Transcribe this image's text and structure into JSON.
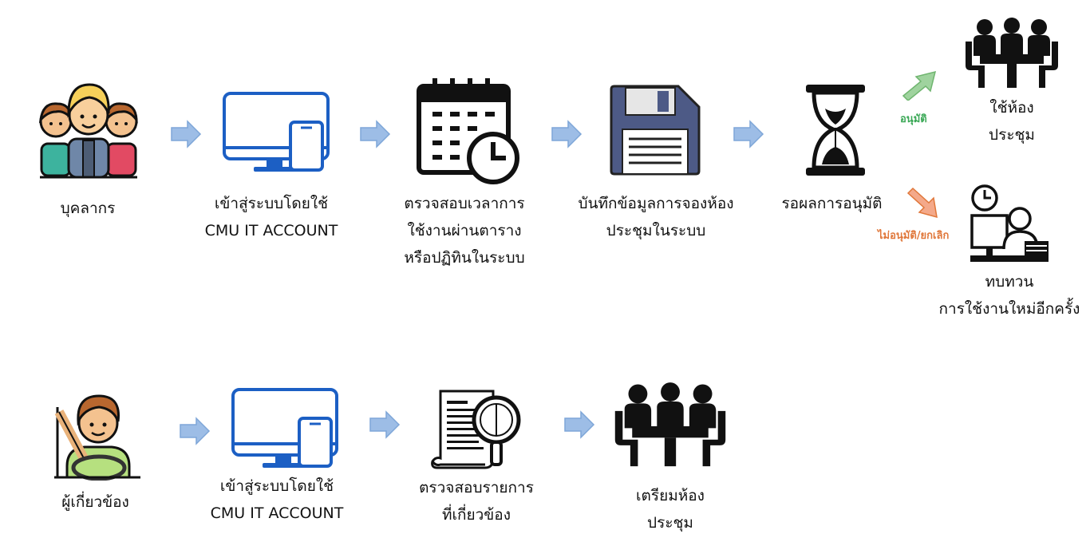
{
  "colors": {
    "arrow_fill": "#9dbde6",
    "arrow_stroke": "#7ea6d8",
    "device_blue": "#1c5fc4",
    "approve_green": "#3aa856",
    "reject_orange": "#e0773a",
    "icon_black": "#111111"
  },
  "row1": {
    "staff": {
      "line1": "บุคลากร",
      "icon": "staff-group-icon"
    },
    "login": {
      "line1": "เข้าสู่ระบบโดยใช้",
      "line2": "CMU IT ACCOUNT",
      "icon": "monitor-phone-icon"
    },
    "check_time": {
      "line1": "ตรวจสอบเวลาการ",
      "line2": "ใช้งานผ่านตาราง",
      "line3": "หรือปฏิทินในระบบ",
      "icon": "calendar-clock-icon"
    },
    "save": {
      "line1": "บันทึกข้อมูลการจองห้อง",
      "line2": "ประชุมในระบบ",
      "icon": "floppy-disk-icon"
    },
    "wait": {
      "line1": "รอผลการอนุมัติ",
      "icon": "hourglass-icon"
    },
    "approved_tag": "อนุมัติ",
    "rejected_tag": "ไม่อนุมัติ/ยกเลิก",
    "use_room": {
      "line1": "ใช้ห้อง",
      "line2": "ประชุม",
      "icon": "meeting-room-icon"
    },
    "review": {
      "line1": "ทบทวน",
      "line2": "การใช้งานใหม่อีกครั้ง",
      "icon": "desk-worker-icon"
    }
  },
  "row2": {
    "related": {
      "line1": "ผู้เกี่ยวข้อง",
      "icon": "driver-icon"
    },
    "login": {
      "line1": "เข้าสู่ระบบโดยใช้",
      "line2": "CMU IT ACCOUNT",
      "icon": "monitor-phone-icon"
    },
    "check_list": {
      "line1": "ตรวจสอบรายการ",
      "line2": "ที่เกี่ยวข้อง",
      "icon": "document-search-icon"
    },
    "prepare": {
      "line1": "เตรียมห้อง",
      "line2": "ประชุม",
      "icon": "meeting-room-icon"
    }
  }
}
